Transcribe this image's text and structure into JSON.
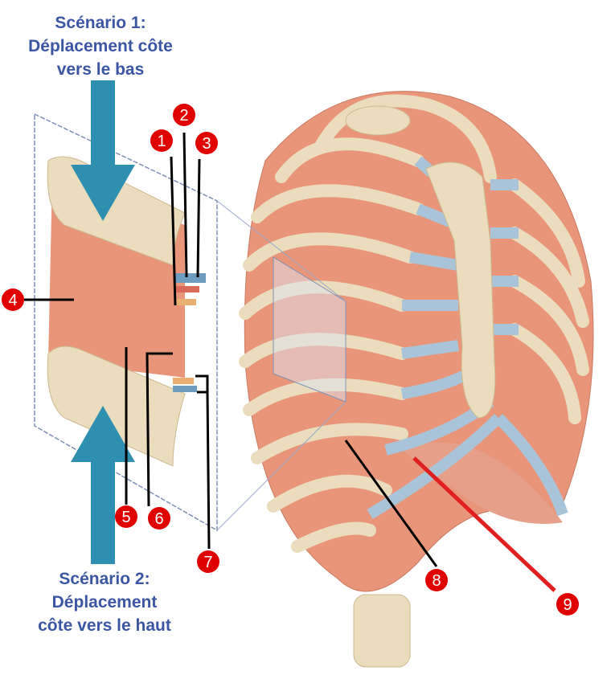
{
  "scenario1": {
    "line1": "Scénario 1:",
    "line2": "Déplacement côte",
    "line3": "vers le bas"
  },
  "scenario2": {
    "line1": "Scénario 2:",
    "line2": "Déplacement",
    "line3": "côte vers le haut"
  },
  "markers": [
    "1",
    "2",
    "3",
    "4",
    "5",
    "6",
    "7",
    "8",
    "9"
  ],
  "colors": {
    "title": "#3b56a3",
    "arrow": "#2f8fb0",
    "marker": "#e00000",
    "muscle": "#e8957a",
    "bone": "#eadcbc",
    "cartilage": "#a9c4d8"
  }
}
